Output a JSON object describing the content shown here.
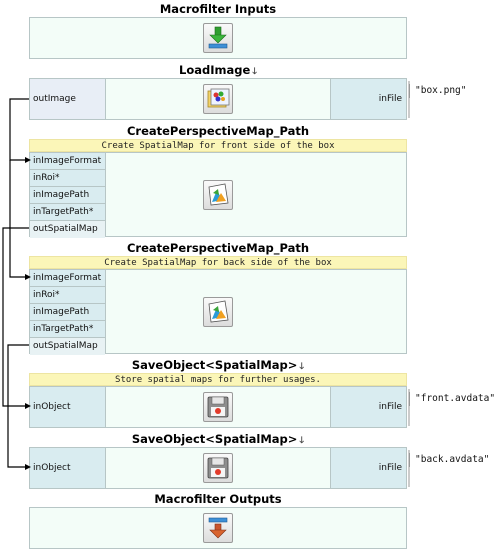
{
  "inputs_section": {
    "title": "Macrofilter Inputs",
    "icon": "green-down-arrow-icon"
  },
  "load_image": {
    "title": "LoadImage",
    "title_arrow": "🡓",
    "output_port": "outImage",
    "input_port": "inFile",
    "in_file_value": "\"box.png\"",
    "icon": "load-image-icon"
  },
  "map1": {
    "title": "CreatePerspectiveMap_Path",
    "description": "Create SpatialMap for front side of the box",
    "ports": [
      "inImageFormat",
      "inRoi*",
      "inImagePath",
      "inTargetPath*",
      "outSpatialMap"
    ],
    "icon": "perspective-map-icon"
  },
  "map2": {
    "title": "CreatePerspectiveMap_Path",
    "description": "Create SpatialMap for back side of the box",
    "ports": [
      "inImageFormat",
      "inRoi*",
      "inImagePath",
      "inTargetPath*",
      "outSpatialMap"
    ],
    "icon": "perspective-map-icon"
  },
  "save1": {
    "title": "SaveObject<SpatialMap>",
    "title_arrow": "🡓",
    "description": "Store spatial maps for further usages.",
    "input_port": "inObject",
    "file_port": "inFile",
    "file_value": "\"front.avdata\"",
    "icon": "save-disk-icon"
  },
  "save2": {
    "title": "SaveObject<SpatialMap>",
    "title_arrow": "🡓",
    "input_port": "inObject",
    "file_port": "inFile",
    "file_value": "\"back.avdata\"",
    "icon": "save-disk-icon"
  },
  "outputs_section": {
    "title": "Macrofilter Outputs",
    "icon": "blue-red-output-icon"
  },
  "colors": {
    "block_bg": "#f3fdf8",
    "port_bg": "#d9ecf0",
    "desc_bg": "#fbf6b8",
    "border": "#b7c6c6",
    "wire": "#000000"
  }
}
